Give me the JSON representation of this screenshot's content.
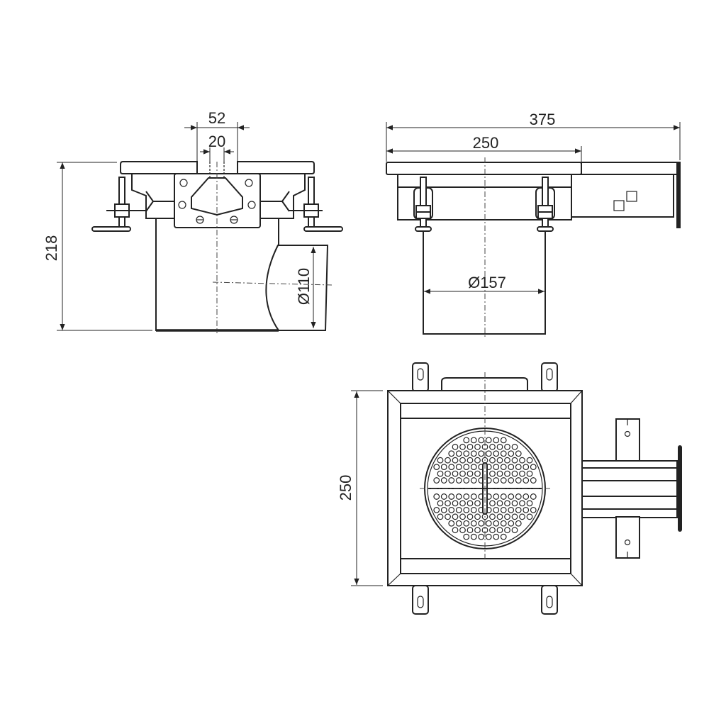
{
  "drawing": {
    "side_view": {
      "width_outer": "52",
      "width_inner": "20",
      "height": "218",
      "outlet_diameter": "Ø110"
    },
    "front_view": {
      "total_length": "375",
      "plate_width": "250",
      "body_diameter": "Ø157"
    },
    "top_view": {
      "plate_size": "250"
    }
  },
  "colors": {
    "line": "#222222",
    "background": "#ffffff"
  }
}
